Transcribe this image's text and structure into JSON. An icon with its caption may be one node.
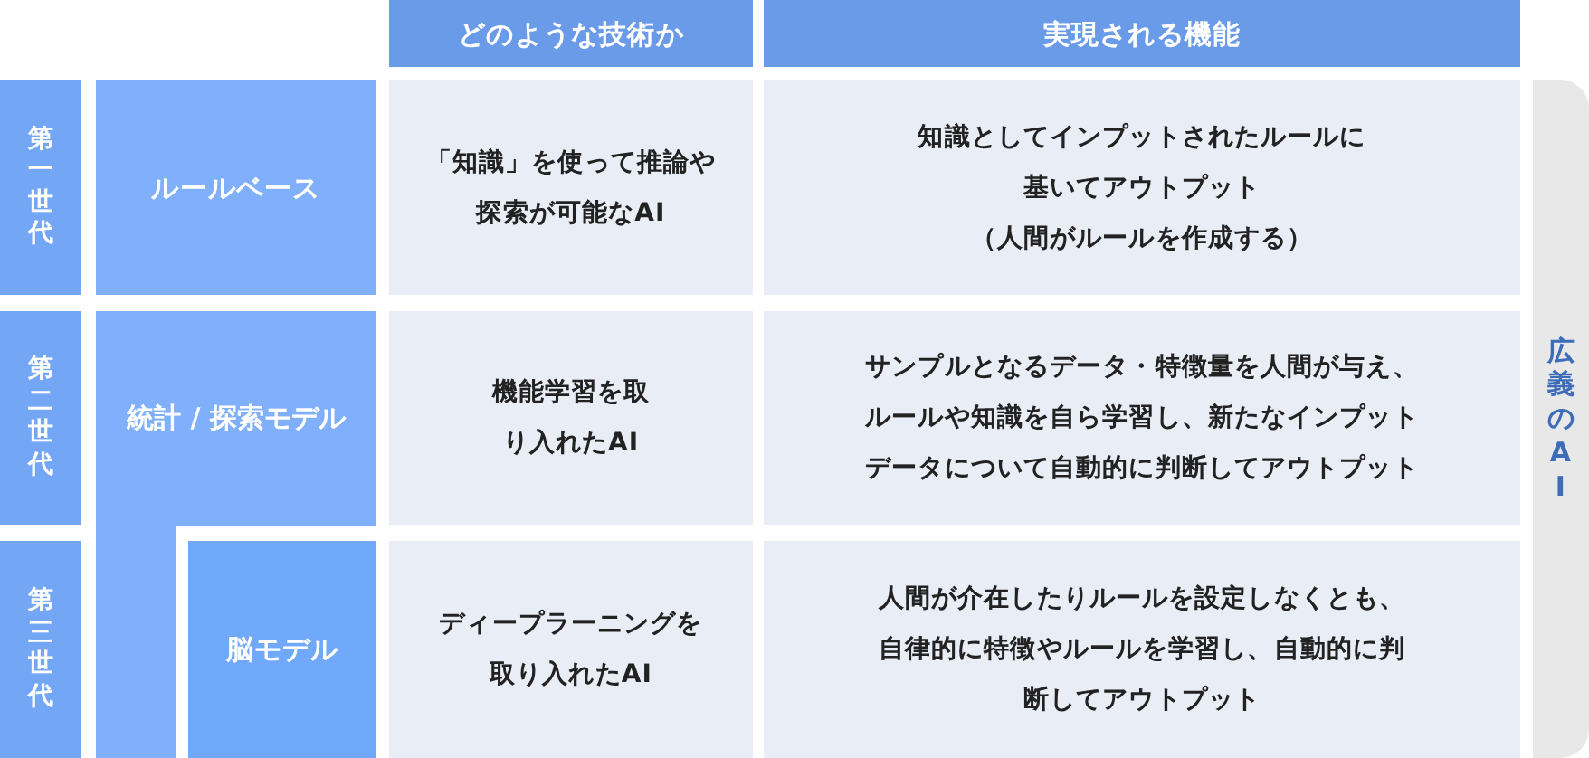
{
  "diagram": {
    "nodes": [
      {
        "text": [
          "どのような技術か"
        ]
      },
      {
        "text": [
          "実現される機能"
        ]
      },
      {
        "text": [
          "第一世代"
        ]
      },
      {
        "text": [
          "ルールベース"
        ]
      },
      {
        "text": [
          "「知識」を使って推論や探索が可能なAI"
        ]
      },
      {
        "text": [
          "知識としてインプットされたルールに基いてアウトプット",
          "（人間がルールを作成する）"
        ]
      },
      {
        "text": [
          "広義のAI"
        ]
      },
      {
        "text": [
          "第二世代"
        ]
      },
      {
        "text": [
          "統計 / 探索モデル"
        ]
      },
      {
        "text": [
          "機能学習を取り入れたAI"
        ]
      },
      {
        "text": [
          "サンプルとなるデータ・特徴量を人間が与え、ルールや知識を自ら学習し、新たなインプットデータについて自動的に判断してアウトプット"
        ]
      },
      {
        "text": [
          "第三世代"
        ]
      },
      {
        "text": [
          "脳モデル"
        ]
      },
      {
        "text": [
          "ディープラーニングを取り入れたAI"
        ]
      },
      {
        "text": [
          "人間が介在したりルールを設定しなくとも、自律的に特徴やルールを学習し、自動的に判断してアウトプット"
        ]
      }
    ]
  }
}
